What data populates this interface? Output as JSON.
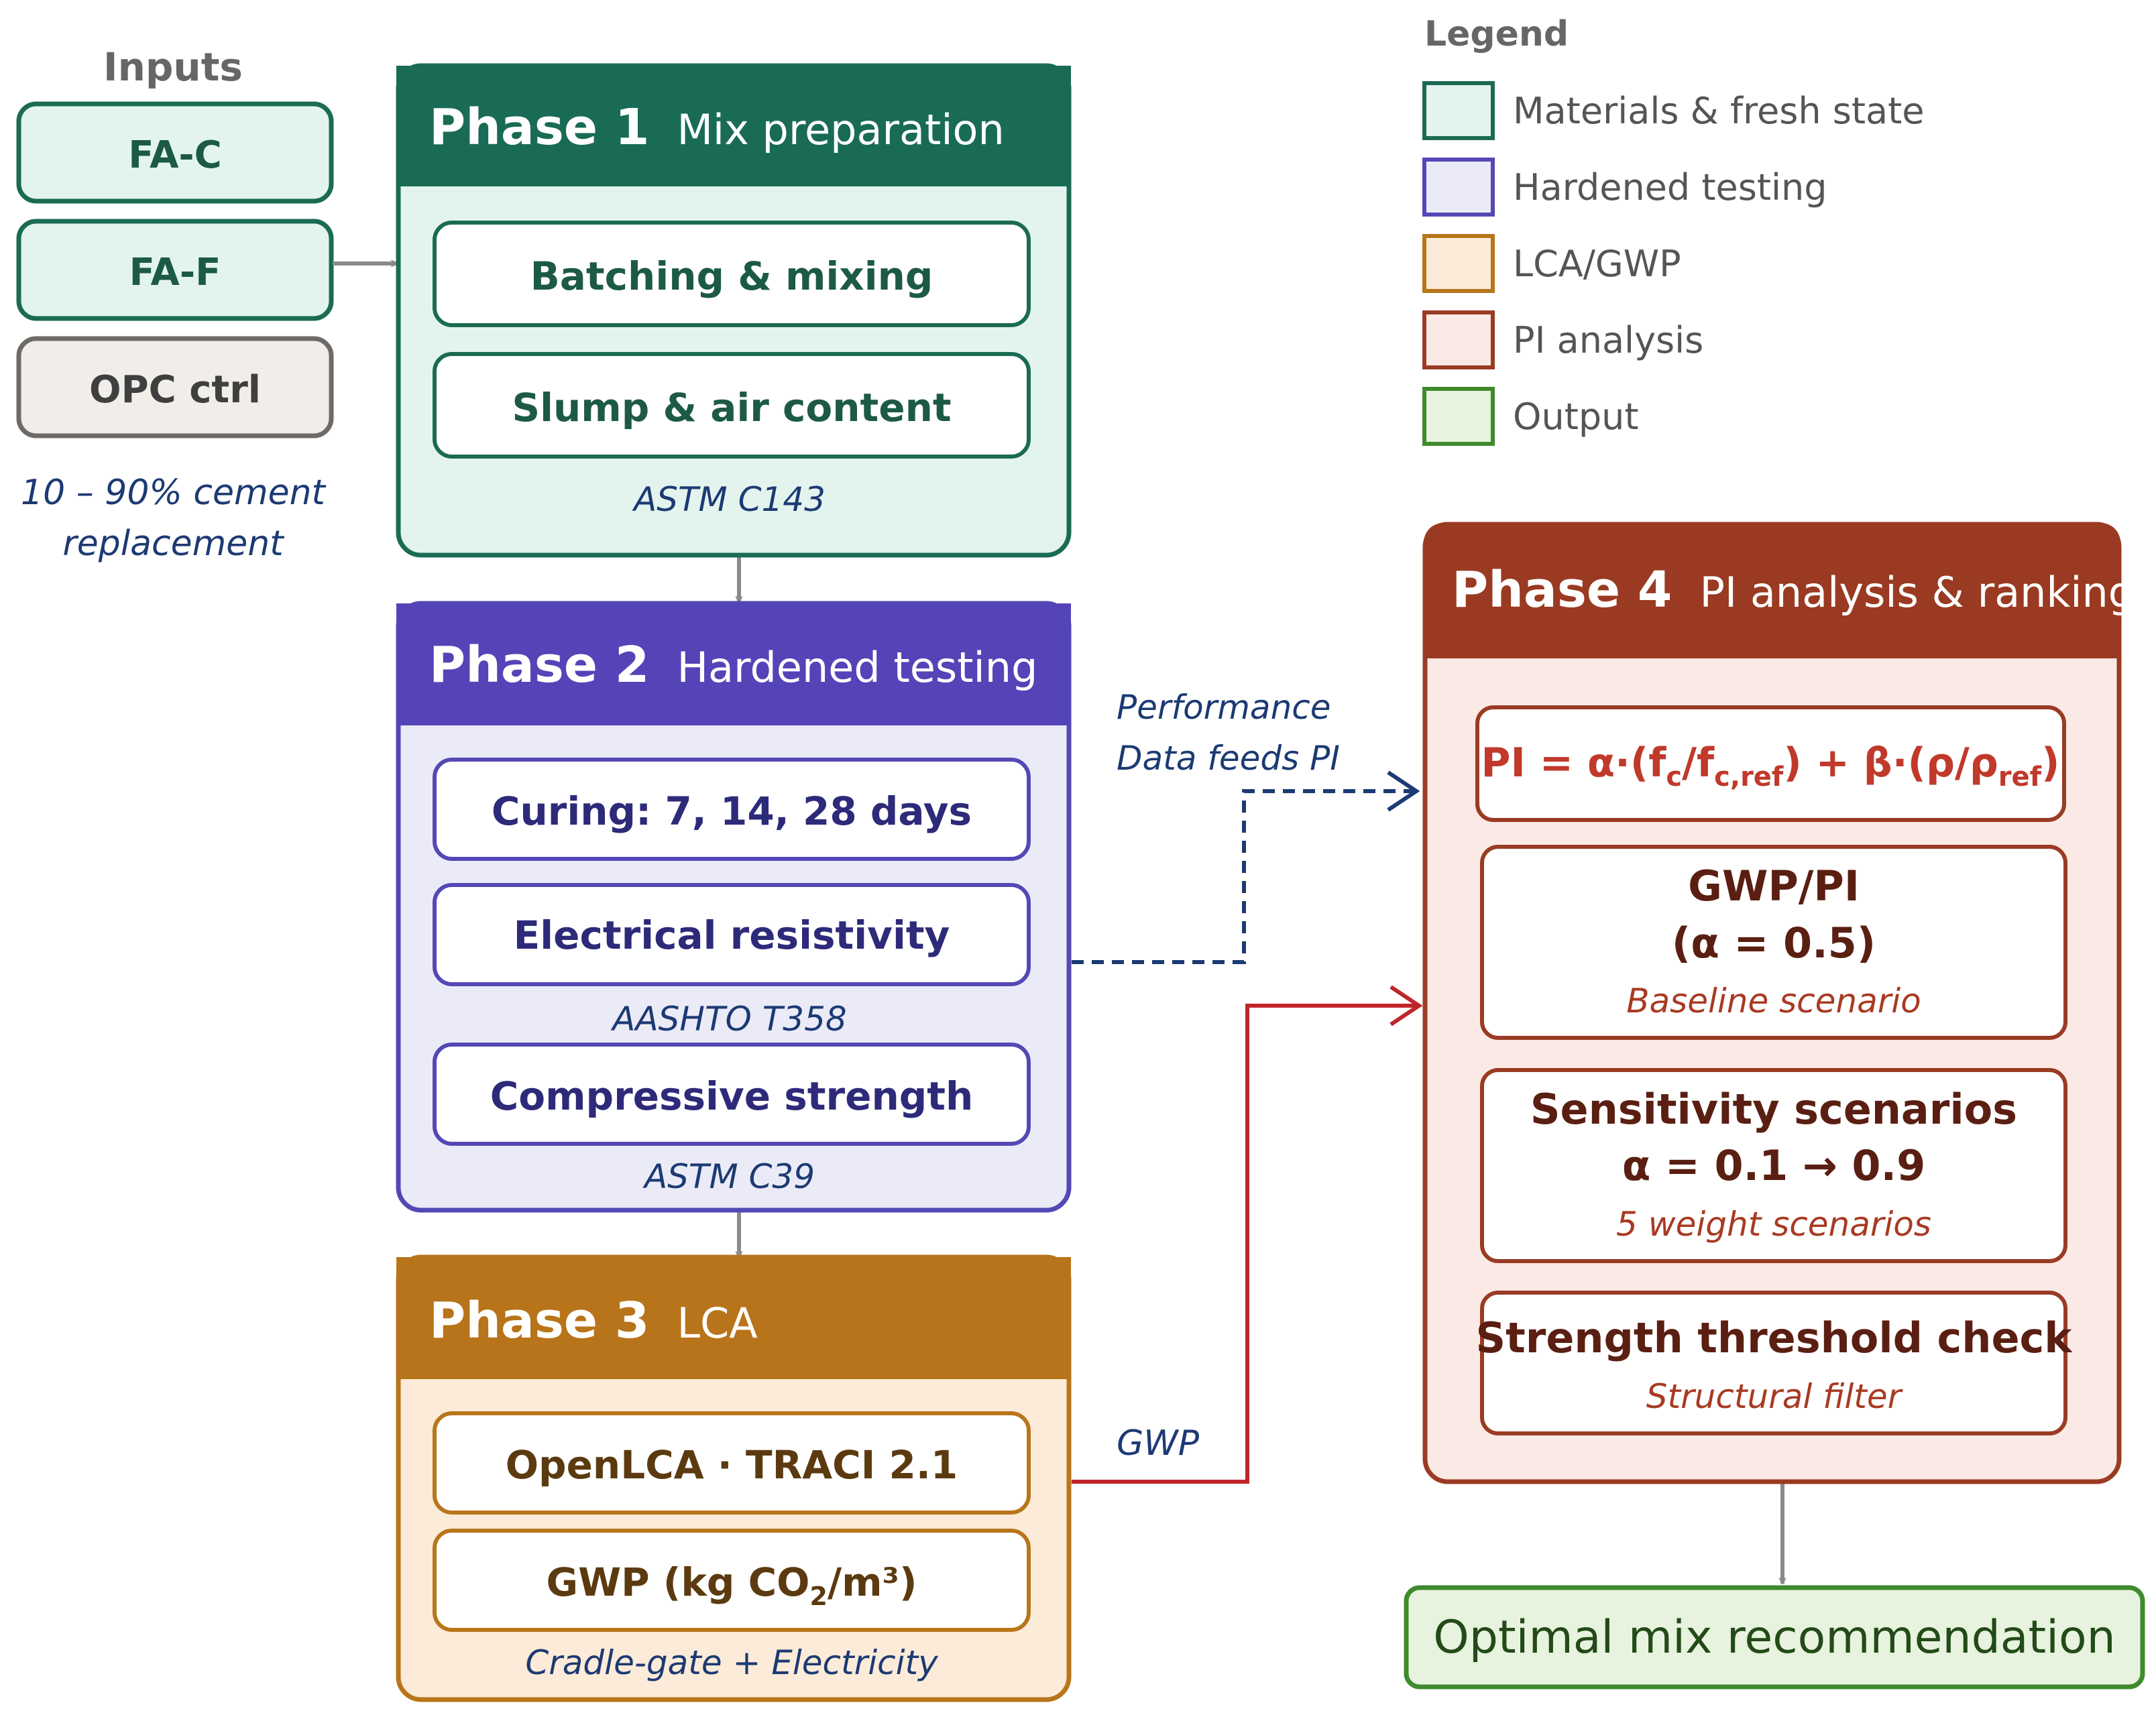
{
  "inputs": {
    "title": "Inputs",
    "items": [
      "FA-C",
      "FA-F",
      "OPC ctrl"
    ],
    "note_line1": "10 – 90% cement",
    "note_line2": "replacement"
  },
  "legend": {
    "title": "Legend",
    "items": [
      {
        "label": "Materials & fresh state",
        "fill": "#e3f4ee",
        "stroke": "#1b6b54"
      },
      {
        "label": "Hardened testing",
        "fill": "#ebebf8",
        "stroke": "#5448b5"
      },
      {
        "label": "LCA/GWP",
        "fill": "#fbebd8",
        "stroke": "#b8761b"
      },
      {
        "label": "PI analysis",
        "fill": "#fbe9e5",
        "stroke": "#9a3b24"
      },
      {
        "label": "Output",
        "fill": "#e7f3de",
        "stroke": "#3f8a2c"
      }
    ]
  },
  "phase1": {
    "label": "Phase 1",
    "title": "Mix preparation",
    "steps": [
      "Batching & mixing",
      "Slump & air content"
    ],
    "standard": "ASTM C143"
  },
  "phase2": {
    "label": "Phase 2",
    "title": "Hardened testing",
    "steps": [
      "Curing: 7, 14, 28 days",
      "Electrical resistivity",
      "Compressive strength"
    ],
    "standard_1": "AASHTO T358",
    "standard_2": "ASTM C39"
  },
  "phase3": {
    "label": "Phase 3",
    "title": "LCA",
    "step1": "OpenLCA · TRACI 2.1",
    "step2_a": "GWP (kg CO",
    "step2_sub": "2",
    "step2_b": "/m³)",
    "note": "Cradle-gate + Electricity"
  },
  "phase4": {
    "label": "Phase 4",
    "title": "PI analysis & ranking",
    "formula": {
      "p1": "PI = α·(f",
      "s1": "c",
      "p2": "/f",
      "s2": "c,ref",
      "p3": ") + β·(ρ/ρ",
      "s3": "ref",
      "p4": ")"
    },
    "box2_line1": "GWP/PI",
    "box2_line2": "(α = 0.5)",
    "box2_note": "Baseline scenario",
    "box3_line1": "Sensitivity scenarios",
    "box3_line2": "α = 0.1 → 0.9",
    "box3_note": "5 weight scenarios",
    "box4_line1": "Strength threshold check",
    "box4_note": "Structural filter"
  },
  "connectors": {
    "perf_line1": "Performance",
    "perf_line2": "Data feeds PI",
    "gwp": "GWP"
  },
  "output": {
    "label": "Optimal mix recommendation"
  }
}
